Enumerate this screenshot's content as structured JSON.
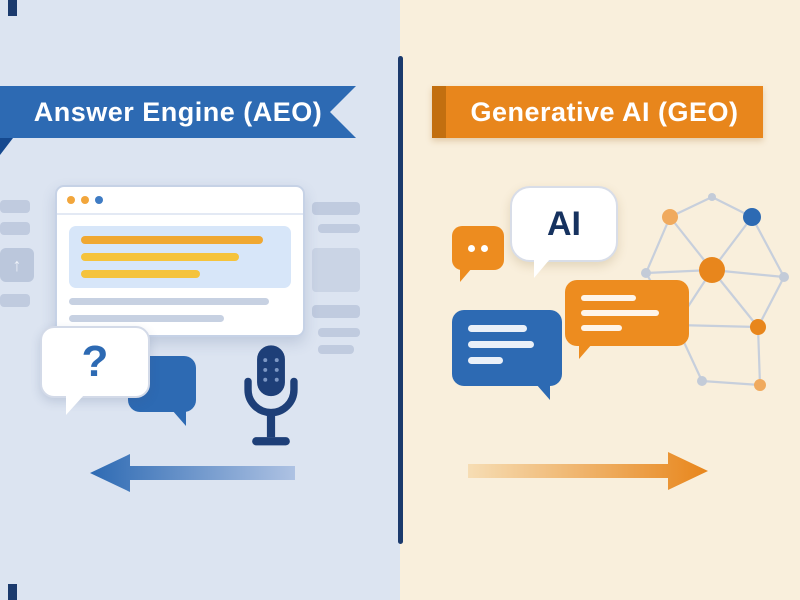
{
  "left_panel": {
    "banner_label": "Answer Engine (AEO)",
    "question_bubble_text": "?",
    "colors": {
      "background": "#dce4f1",
      "banner": "#2d6ab3",
      "arrow": "#2d6ab3",
      "microphone": "#1e3f78",
      "snippet_box": "#d7e6f9",
      "snippet_bar_orange": "#f0a832",
      "snippet_bar_yellow": "#f5c33c"
    }
  },
  "right_panel": {
    "banner_label": "Generative AI (GEO)",
    "ai_bubble_text": "AI",
    "colors": {
      "background": "#f9efdc",
      "banner": "#e8861c",
      "arrow": "#e8861c",
      "blue_bubble": "#2d6ab3",
      "orange_bubble": "#ed8c1f"
    }
  },
  "divider": {
    "color": "#1b3a6d"
  }
}
